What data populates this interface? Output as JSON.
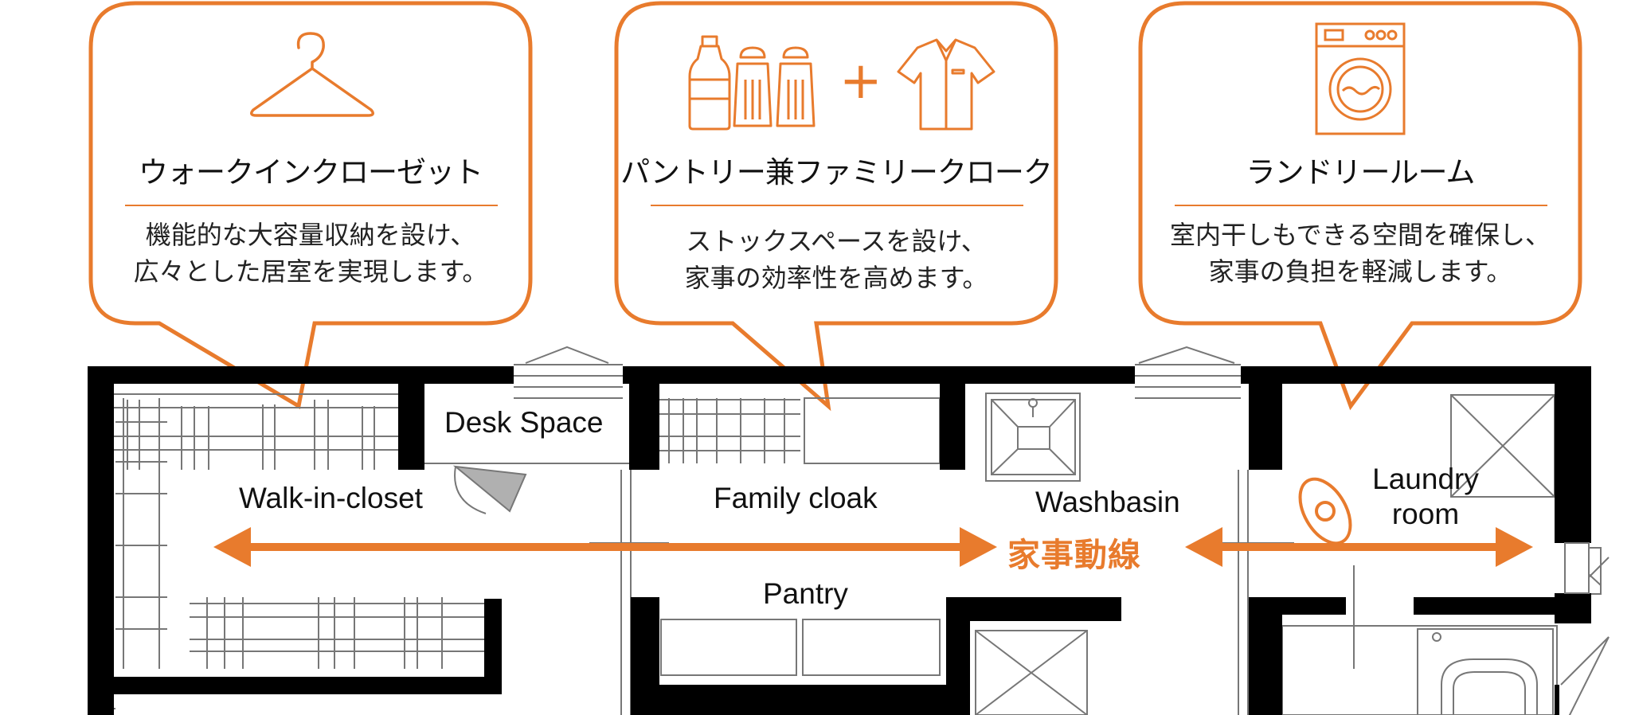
{
  "colors": {
    "accent": "#e87b2d",
    "wall": "#000000",
    "line": "#777777"
  },
  "bubbles": [
    {
      "icon": "hanger-icon",
      "title": "ウォークインクローゼット",
      "desc": [
        "機能的な大容量収納を設け、",
        "広々とした居室を実現します。"
      ]
    },
    {
      "icon": "bottles-plus-shirt-icon",
      "icon_plus": "+",
      "title": "パントリー兼ファミリークローク",
      "desc": [
        "ストックスペースを設け、",
        "家事の効率性を高めます。"
      ]
    },
    {
      "icon": "washing-machine-icon",
      "title": "ランドリールーム",
      "desc": [
        "室内干しもできる空間を確保し、",
        "家事の負担を軽減します。"
      ]
    }
  ],
  "rooms": {
    "desk_space": "Desk Space",
    "walk_in_closet": "Walk-in-closet",
    "family_cloak": "Family cloak",
    "washbasin": "Washbasin",
    "laundry_line1": "Laundry",
    "laundry_line2": "room",
    "pantry": "Pantry"
  },
  "flow_label": "家事動線"
}
